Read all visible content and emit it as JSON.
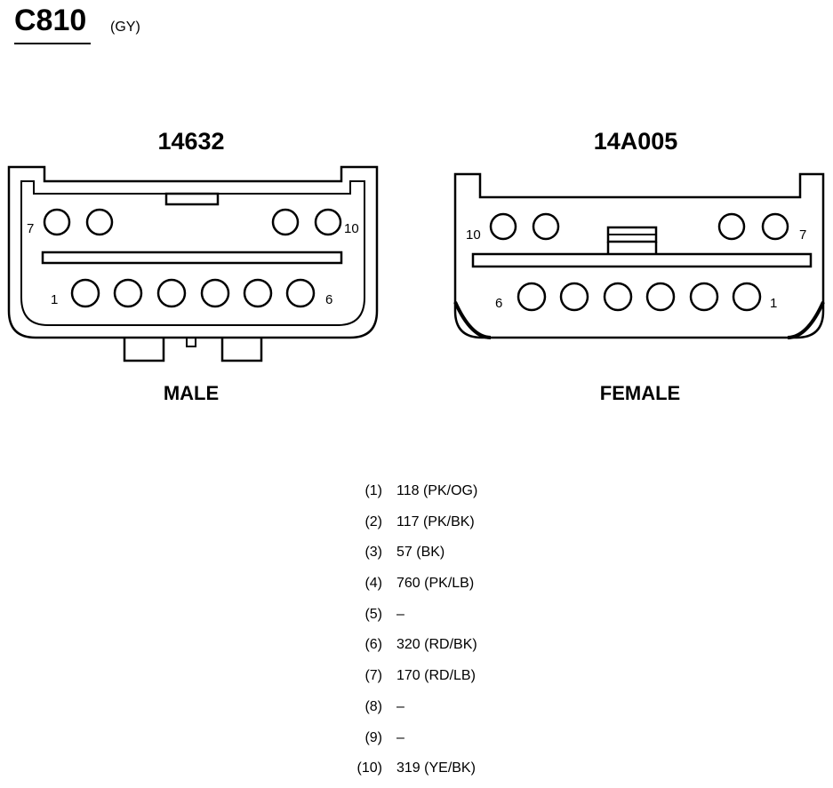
{
  "header": {
    "connector_id": "C810",
    "color_code": "(GY)"
  },
  "male_connector": {
    "part_number": "14632",
    "label": "MALE",
    "pins": [
      "1",
      "6",
      "7",
      "10"
    ]
  },
  "female_connector": {
    "part_number": "14A005",
    "label": "FEMALE",
    "pins": [
      "10",
      "7",
      "6",
      "1"
    ]
  },
  "pinout": [
    {
      "pin": "(1)",
      "circuit": "118 (PK/OG)"
    },
    {
      "pin": "(2)",
      "circuit": "117 (PK/BK)"
    },
    {
      "pin": "(3)",
      "circuit": "57 (BK)"
    },
    {
      "pin": "(4)",
      "circuit": "760 (PK/LB)"
    },
    {
      "pin": "(5)",
      "circuit": "–"
    },
    {
      "pin": "(6)",
      "circuit": "320 (RD/BK)"
    },
    {
      "pin": "(7)",
      "circuit": "170 (RD/LB)"
    },
    {
      "pin": "(8)",
      "circuit": "–"
    },
    {
      "pin": "(9)",
      "circuit": "–"
    },
    {
      "pin": "(10)",
      "circuit": "319 (YE/BK)"
    }
  ]
}
